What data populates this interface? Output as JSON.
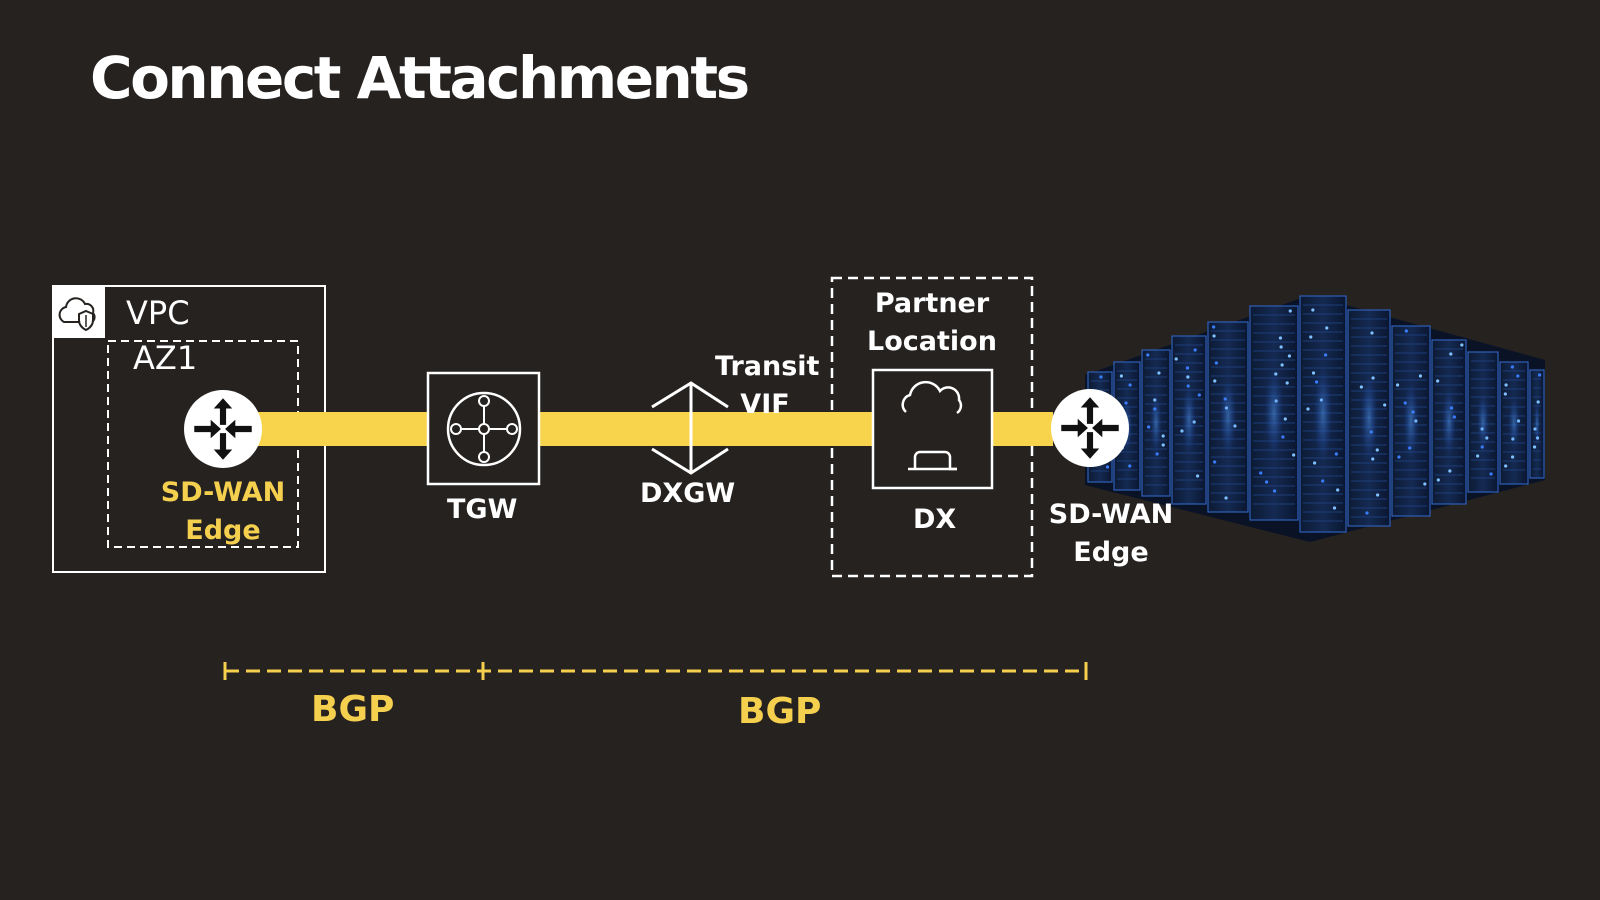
{
  "title": "Connect Attachments",
  "vpc": {
    "label": "VPC",
    "az_label": "AZ1"
  },
  "left_edge": {
    "line1": "SD-WAN",
    "line2": "Edge"
  },
  "tgw": {
    "label": "TGW"
  },
  "dxgw": {
    "label": "DXGW"
  },
  "transit_vif": {
    "line1": "Transit",
    "line2": "VIF"
  },
  "partner": {
    "line1": "Partner",
    "line2": "Location"
  },
  "dx": {
    "label": "DX"
  },
  "right_edge": {
    "line1": "SD-WAN",
    "line2": "Edge"
  },
  "bgp": {
    "left": "BGP",
    "right": "BGP"
  },
  "colors": {
    "background": "#252220",
    "accent": "#f5cf4e",
    "line": "#f8d44c",
    "white": "#ffffff",
    "server_glow": "#2d7cff"
  },
  "icons": {
    "vpc": "cloud-shield-icon",
    "edge": "router-arrows-icon",
    "tgw": "transit-gateway-icon",
    "dxgw": "direct-connect-gateway-icon",
    "dx": "direct-connect-icon",
    "datacenter": "server-racks-image"
  }
}
